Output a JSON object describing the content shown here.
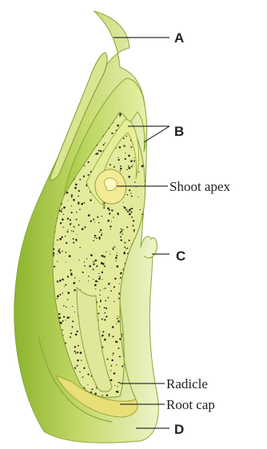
{
  "labels": {
    "a": "A",
    "b": "B",
    "shoot_apex": "Shoot apex",
    "c": "C",
    "radicle": "Radicle",
    "root_cap": "Root cap",
    "d": "D"
  },
  "colors": {
    "outer_sheath": "#cfe07a",
    "outer_sheath_dark": "#8fba32",
    "tissue": "#e6ef9a",
    "inner_pale": "#f3f3a8",
    "speckle": "#2b2b1a",
    "apex_fill": "#f4ec8e",
    "root_cap": "#e9e27a"
  }
}
